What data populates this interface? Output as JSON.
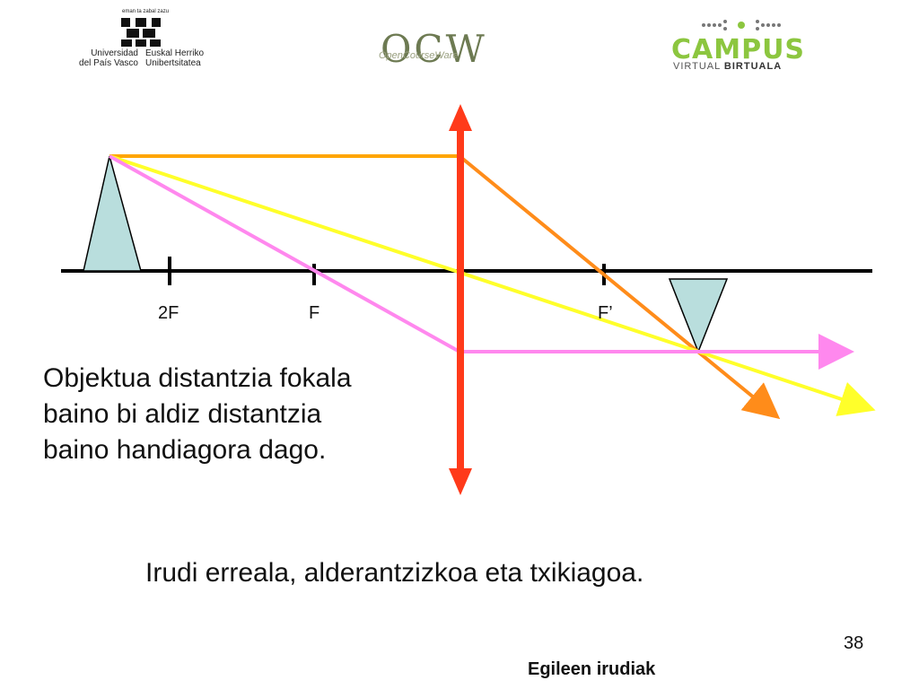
{
  "header": {
    "upv": {
      "motto": "eman ta zabal zazu",
      "name_es_1": "Universidad",
      "name_es_2": "del País Vasco",
      "name_eu_1": "Euskal Herriko",
      "name_eu_2": "Unibertsitatea"
    },
    "ocw": {
      "letters": "OCW",
      "subtitle": "OpenCourseWare"
    },
    "campus": {
      "word": "CAMPUS",
      "sub_1": "VIRTUAL",
      "sub_2": "BIRTUALA"
    }
  },
  "diagram": {
    "focal_labels": {
      "double_focal": "2F",
      "focal": "F",
      "focal_image": "F’"
    },
    "colors": {
      "axis": "#000000",
      "lens": "#ff3a1a",
      "ray_parallel": "#ff9a1a",
      "ray_orange_top": "#ffa500",
      "ray_center": "#ffff2a",
      "ray_focal": "#ff88ee",
      "object_fill": "#b9dedd"
    }
  },
  "text": {
    "description_1": "Objektua distantzia fokala",
    "description_2": "baino bi aldiz distantzia",
    "description_3": "baino handiagora dago.",
    "conclusion": "Irudi erreala, alderantzizkoa eta txikiagoa."
  },
  "footer": {
    "page_number": "38",
    "credit": "Egileen irudiak"
  }
}
